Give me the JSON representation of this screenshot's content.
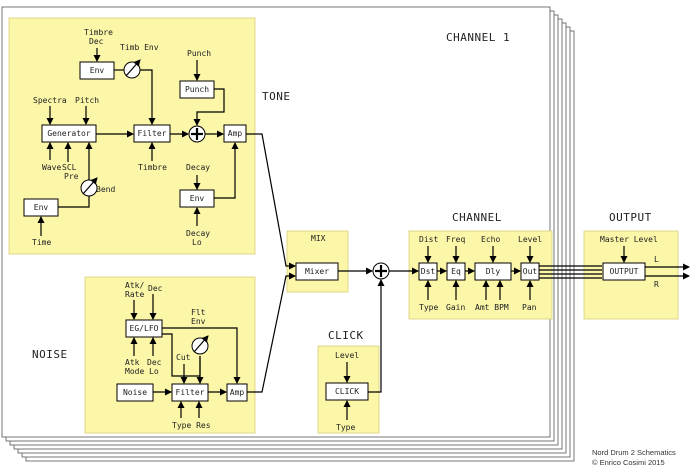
{
  "labels": {
    "channel1": "CHANNEL 1",
    "tone": "TONE",
    "noise": "NOISE",
    "click": "CLICK",
    "channel": "CHANNEL",
    "output": "OUTPUT",
    "mix": "MIX"
  },
  "tone": {
    "timbre_dec": [
      "Timbre",
      "Dec"
    ],
    "timb_env": "Timb Env",
    "env_top": "Env",
    "punch_label": "Punch",
    "punch_box": "Punch",
    "spectra": "Spectra",
    "pitch": "Pitch",
    "generator": "Generator",
    "filter": "Filter",
    "amp": "Amp",
    "wave": "Wave",
    "scl_pre": [
      "SCL",
      "Pre"
    ],
    "timbre": "Timbre",
    "decay": "Decay",
    "env_decay": "Env",
    "decay_lo": [
      "Decay",
      "Lo"
    ],
    "bend": "Bend",
    "env_time": "Env",
    "time": "Time"
  },
  "noise": {
    "atk_rate": [
      "Atk/",
      "Rate"
    ],
    "dec": "Dec",
    "eg_lfo": "EG/LFO",
    "flt_env": [
      "Flt",
      "Env"
    ],
    "atk_mode": [
      "Atk",
      "Mode"
    ],
    "dec_lo": [
      "Dec",
      "Lo"
    ],
    "cut": "Cut",
    "noise_box": "Noise",
    "filter": "Filter",
    "amp": "Amp",
    "type_res": "Type Res"
  },
  "mix": {
    "mixer": "Mixer"
  },
  "click": {
    "level": "Level",
    "click_box": "CLICK",
    "type": "Type"
  },
  "channel": {
    "dist": "Dist",
    "freq": "Freq",
    "echo": "Echo",
    "level": "Level",
    "dst": "Dst",
    "eq": "Eq",
    "dly": "Dly",
    "out": "Out",
    "type": "Type",
    "gain": "Gain",
    "amt_bpm": "Amt BPM",
    "pan": "Pan"
  },
  "output": {
    "master_level": "Master Level",
    "output_box": "OUTPUT",
    "l": "L",
    "r": "R"
  },
  "credits": [
    "Nord Drum 2 Schematics",
    "© Enrico Cosimi 2015"
  ]
}
